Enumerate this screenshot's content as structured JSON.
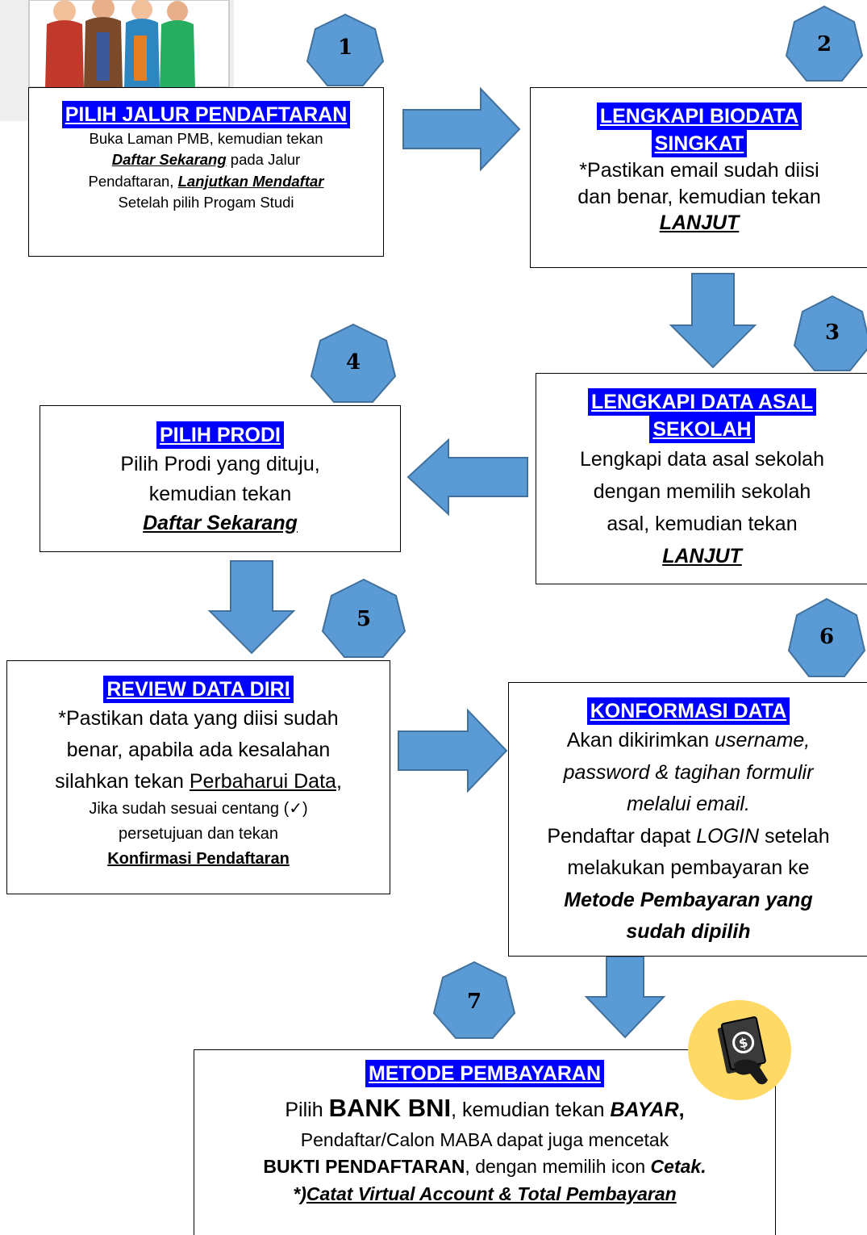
{
  "colors": {
    "shape_fill": "#5b9bd5",
    "shape_stroke": "#41719c",
    "title_bg": "#0000ff",
    "coin_fill": "#ffd966"
  },
  "icons": {
    "illustration": "people-group-illustration",
    "payment": "money-hand-icon"
  },
  "badges": [
    "1",
    "2",
    "3",
    "4",
    "5",
    "6",
    "7"
  ],
  "step1": {
    "title": "PILIH JALUR PENDAFTARAN",
    "t1": "Buka Laman PMB, kemudian tekan",
    "t2": "Daftar Sekarang",
    "t3": " pada Jalur",
    "t4": "Pendaftaran, ",
    "t5": "Lanjutkan Mendaftar",
    "t6": "Setelah pilih Progam Studi"
  },
  "step2": {
    "title1": "LENGKAPI BIODATA",
    "title2": "SINGKAT",
    "t1": "*Pastikan email sudah diisi",
    "t2": "dan benar, kemudian tekan",
    "t3": "LANJUT"
  },
  "step3": {
    "title1": "LENGKAPI DATA ASAL",
    "title2": "SEKOLAH",
    "t1": "Lengkapi data asal sekolah",
    "t2": "dengan memilih sekolah",
    "t3": "asal, kemudian tekan",
    "t4": "LANJUT"
  },
  "step4": {
    "title": "PILIH PRODI",
    "t1": "Pilih Prodi yang dituju,",
    "t2": "kemudian tekan",
    "t3": "Daftar Sekarang"
  },
  "step5": {
    "title": "REVIEW DATA DIRI",
    "t1": "*Pastikan data yang diisi sudah",
    "t2": "benar, apabila ada kesalahan",
    "t3": "silahkan tekan ",
    "t4": "Perbaharui Data",
    "t5": ",",
    "t6": "Jika sudah sesuai centang (✓)",
    "t7": "persetujuan dan tekan",
    "t8": "Konfirmasi Pendaftaran"
  },
  "step6": {
    "title": "KONFORMASI DATA",
    "t1": "Akan dikirimkan ",
    "t2": "username,",
    "t3": "password & tagihan formulir",
    "t4": "melalui email.",
    "t5": "Pendaftar dapat ",
    "t6": "LOGIN",
    "t7": " setelah",
    "t8": "melakukan pembayaran ke",
    "t9": "Metode Pembayaran yang",
    "t10": "sudah dipilih"
  },
  "step7": {
    "title": "METODE PEMBAYARAN",
    "t1": "Pilih ",
    "t2": "BANK BNI",
    "t3": ", kemudian tekan ",
    "t4": "BAYAR",
    "t5": ",",
    "t6": "Pendaftar/Calon MABA dapat juga mencetak",
    "t7": "BUKTI PENDAFTARAN",
    "t8": ", dengan memilih icon ",
    "t9": "Cetak.",
    "t10": "*)",
    "t11": "Catat Virtual Account  & Total Pembayaran"
  }
}
